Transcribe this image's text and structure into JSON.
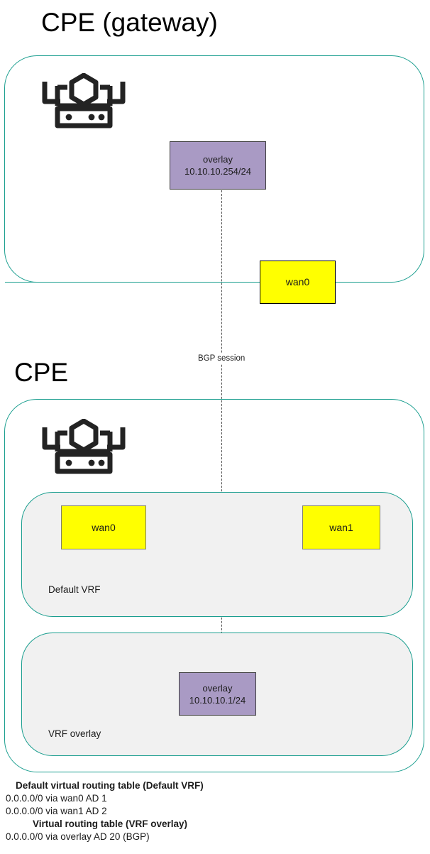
{
  "diagram": {
    "sections": [
      {
        "id": "gateway",
        "title": "CPE (gateway)"
      },
      {
        "id": "cpe",
        "title": "CPE"
      }
    ],
    "colors": {
      "container_border": "#1a9e8f",
      "vrf_fill": "#f1f1f1",
      "wan_fill": "#ffff00",
      "overlay_fill": "#a99ac4",
      "bgp_line": "#4d4d4d",
      "icon": "#232323"
    },
    "icons": {
      "router": "router-icon"
    },
    "gateway": {
      "title": "CPE (gateway)",
      "overlay_interface": {
        "name": "overlay",
        "address": "10.10.10.254/24"
      },
      "wan_interface": {
        "name": "wan0"
      }
    },
    "bgp": {
      "label": "BGP session"
    },
    "cpe": {
      "title": "CPE",
      "vrfs": [
        {
          "label": "Default VRF",
          "interfaces": [
            {
              "name": "wan0"
            },
            {
              "name": "wan1"
            }
          ]
        },
        {
          "label": "VRF overlay",
          "interfaces": [
            {
              "name": "overlay",
              "address": "10.10.10.1/24"
            }
          ]
        }
      ]
    },
    "routing_legend": {
      "default_table": {
        "header": "Default virtual routing table (Default VRF)",
        "routes": [
          "0.0.0.0/0 via wan0 AD 1",
          "0.0.0.0/0 via wan1 AD 2"
        ]
      },
      "overlay_table": {
        "header": "Virtual routing table (VRF overlay)",
        "routes": [
          "0.0.0.0/0 via overlay AD 20 (BGP)"
        ]
      }
    }
  }
}
